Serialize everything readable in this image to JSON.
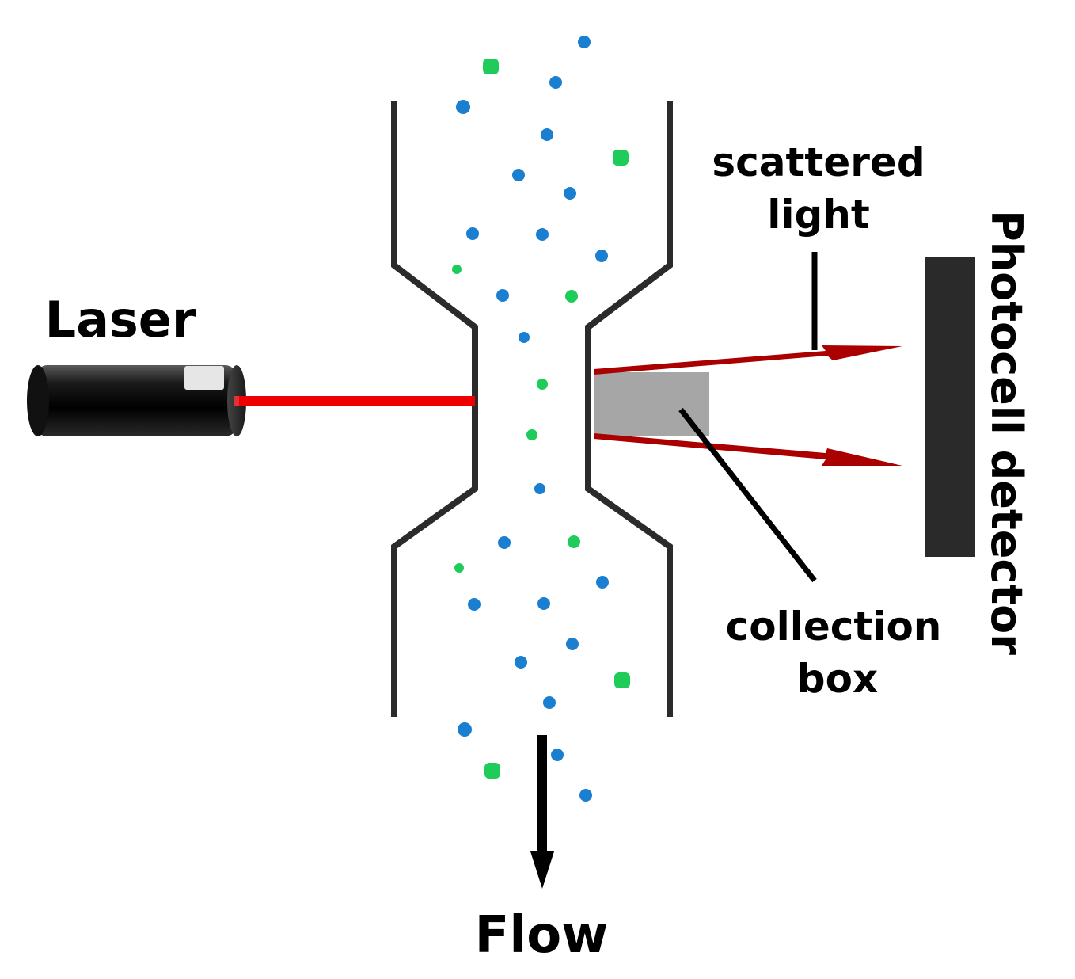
{
  "labels": {
    "laser": "Laser",
    "scattered_light_line1": "scattered",
    "scattered_light_line2": "light",
    "photocell_detector": "Photocell detector",
    "collection_box_line1": "collection",
    "collection_box_line2": "box",
    "flow": "Flow"
  },
  "colors": {
    "background": "#ffffff",
    "channel_wall": "#2b2b2b",
    "laser_beam": "#ee0000",
    "scattered_light": "#aa0000",
    "collection_box": "#a6a6a6",
    "detector": "#2a2a2a",
    "particle_blue": "#1a7fd0",
    "particle_green": "#1fcc5a",
    "arrow": "#000000"
  },
  "icons": {
    "laser": "laser-cylinder-icon",
    "flow": "down-arrow-icon"
  }
}
